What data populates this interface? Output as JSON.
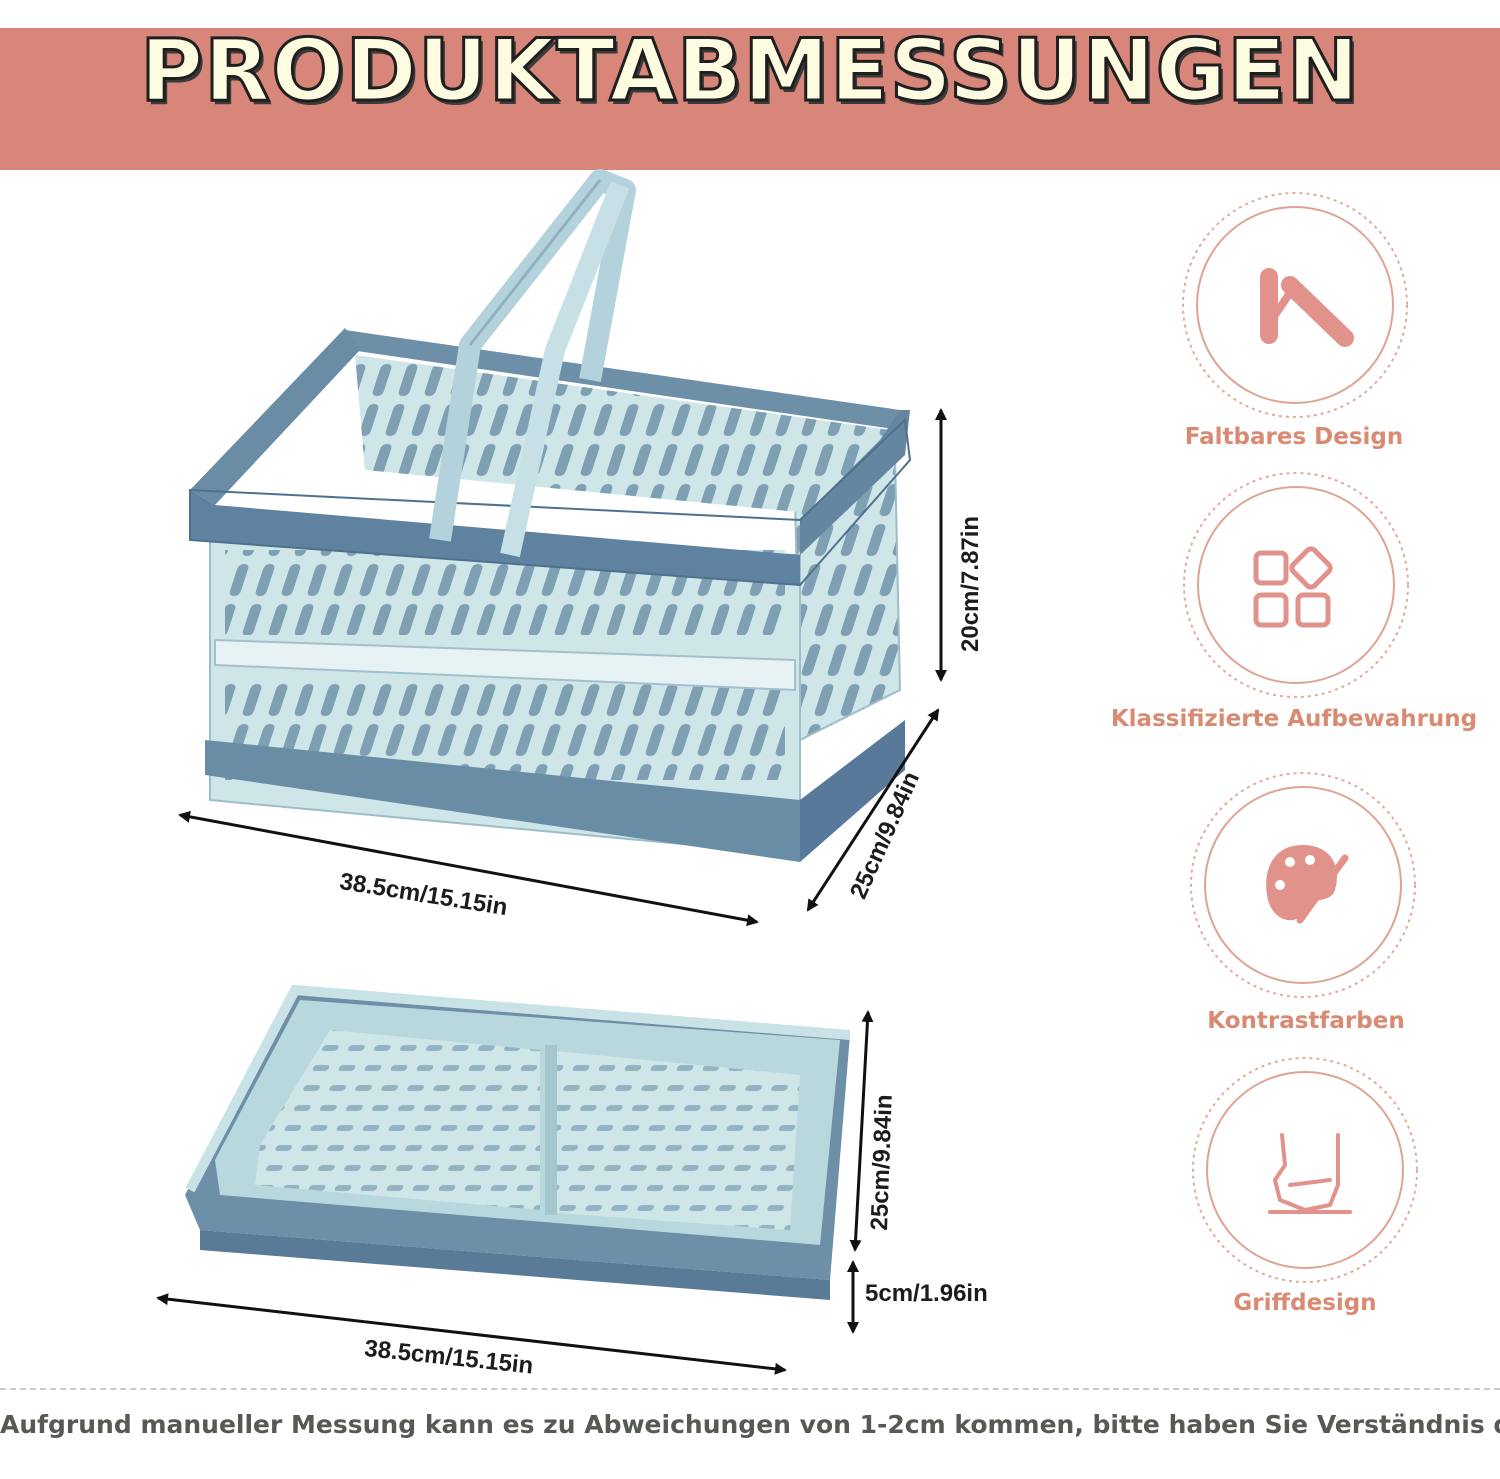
{
  "title": "PRODUKTABMESSUNGEN",
  "dimensions": {
    "open": {
      "width": "38.5cm/15.15in",
      "depth": "25cm/9.84in",
      "height": "20cm/7.87in"
    },
    "folded": {
      "width": "38.5cm/15.15in",
      "depth": "25cm/9.84in",
      "height": "5cm/1.96in"
    }
  },
  "features": [
    {
      "label": "Faltbares Design",
      "icon": "fold-icon"
    },
    {
      "label": "Klassifizierte Aufbewahrung",
      "icon": "grid-storage-icon"
    },
    {
      "label": "Kontrastfarben",
      "icon": "palette-icon"
    },
    {
      "label": "Griffdesign",
      "icon": "hand-grip-icon"
    }
  ],
  "footer_note": "Aufgrund manueller Messung kann es zu Abweichungen von 1-2cm kommen, bitte haben Sie Verständnis dafür.",
  "colors": {
    "banner": "#d9867a",
    "title_fill": "#fdfbe0",
    "accent": "#d98a72",
    "basket_dark": "#5a7f9a",
    "basket_light": "#c8e2e4"
  }
}
